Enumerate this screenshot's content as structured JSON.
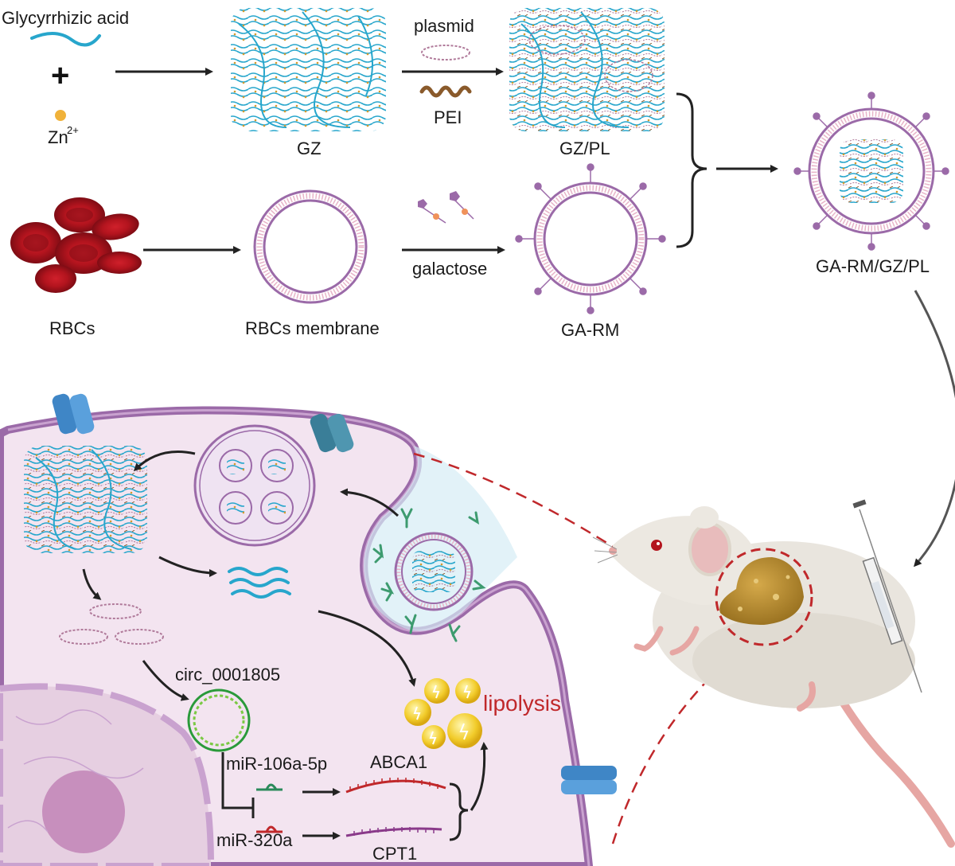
{
  "top_row": {
    "glycyrrhizic_acid": "Glycyrrhizic acid",
    "plus": "+",
    "zn": "Zn",
    "zn_charge": "2+",
    "plasmid": "plasmid",
    "pei": "PEI",
    "gz": "GZ",
    "gz_pl": "GZ/PL"
  },
  "middle_row": {
    "rbcs": "RBCs",
    "rbcs_membrane": "RBCs membrane",
    "galactose": "galactose",
    "ga_rm": "GA-RM",
    "ga_rm_gz_pl": "GA-RM/GZ/PL"
  },
  "cell": {
    "circ": "circ_0001805",
    "mir106": "miR-106a-5p",
    "mir320": "miR-320a",
    "abca1": "ABCA1",
    "cpt1": "CPT1",
    "lipolysis": "lipolysis"
  },
  "colors": {
    "membrane_purple": "#9b6aa8",
    "cell_fill": "#f3e4f0",
    "fiber_blue": "#27a6cc",
    "rbc_red": "#b3141e",
    "arrow_black": "#222222",
    "lipolysis_red": "#c0282b",
    "liver_brown": "#b58a2a"
  }
}
